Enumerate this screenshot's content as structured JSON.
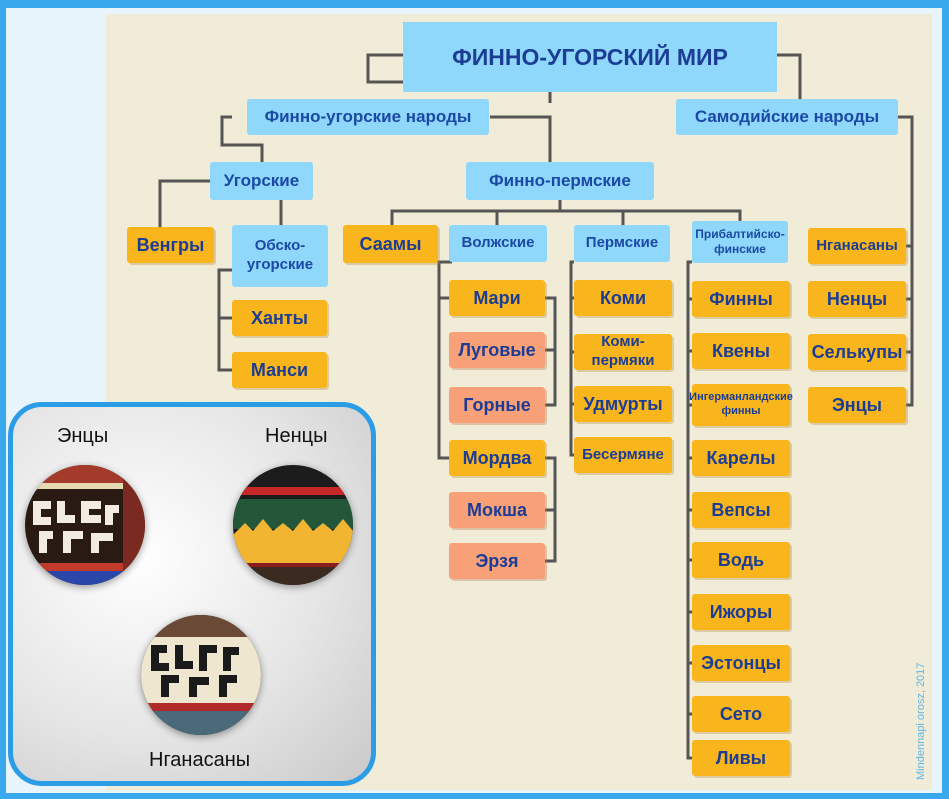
{
  "title": "ФИННО-УГОРСКИЙ МИР",
  "branches": {
    "finno_ugric_peoples": "Финно-угорские народы",
    "samoyedic_peoples": "Самодийские народы",
    "ugric": "Угорские",
    "finno_permic": "Финно-пермские",
    "ob_ugric": "Обско-угорские",
    "volga": "Волжские",
    "permic": "Пермские",
    "baltic_finnic": "Прибалтийско-финские"
  },
  "peoples": {
    "hungarians": "Венгры",
    "khanty": "Ханты",
    "mansi": "Манси",
    "saami": "Саамы",
    "mari": "Мари",
    "meadow": "Луговые",
    "mountain": "Горные",
    "mordva": "Мордва",
    "moksha": "Мокша",
    "erzya": "Эрзя",
    "komi": "Коми",
    "komi_permyak": "Коми-пермяки",
    "udmurt": "Удмурты",
    "besermyan": "Бесермяне",
    "finns": "Финны",
    "kvens": "Квены",
    "ingrian_finns": "Ингерманландские финны",
    "karelians": "Карелы",
    "veps": "Вепсы",
    "votes": "Водь",
    "izhorians": "Ижоры",
    "estonians": "Эстонцы",
    "seto": "Сето",
    "livs": "Ливы",
    "nganasans": "Нганасаны",
    "nenets": "Ненцы",
    "selkups": "Селькупы",
    "enets": "Энцы"
  },
  "ornaments": {
    "enets_label": "Энцы",
    "nenets_label": "Ненцы",
    "nganasans_label": "Нганасаны"
  },
  "credit": "Mindennapi orosz, 2017",
  "colors": {
    "frame": "#3aa8ec",
    "branch_box": "#8fd8fb",
    "people_box": "#f9b51c",
    "subgroup_box": "#f8a179",
    "text": "#1b3d95"
  }
}
